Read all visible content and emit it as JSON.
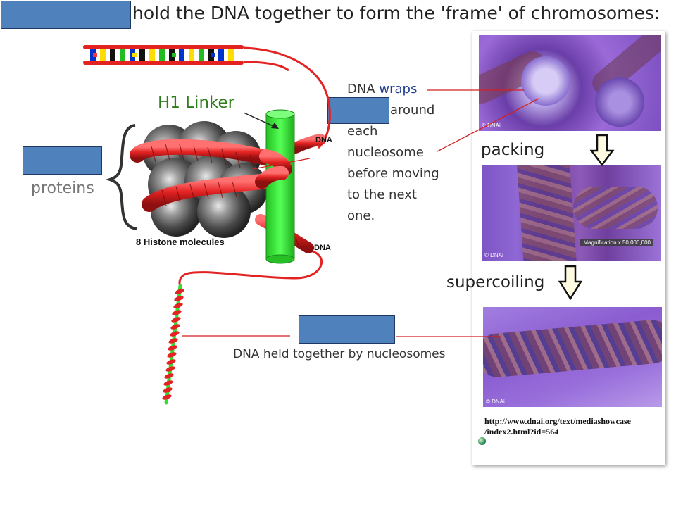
{
  "title": "hold the DNA together to form the 'frame' of chromosomes:",
  "labels": {
    "h1_linker": "H1 Linker",
    "proteins": "proteins",
    "dna_top": "DNA",
    "dna_bottom": "DNA",
    "histone_molecules": "8 Histone molecules",
    "packing": "packing",
    "supercoiling": "supercoiling",
    "nucleosomes_caption": "DNA held together by nucleosomes"
  },
  "wrap_description": {
    "line1_prefix": "DNA ",
    "line1_highlight": "wraps",
    "line2": "around",
    "line3": "each",
    "line4": "nucleosome",
    "line5": "before moving",
    "line6": "to the next",
    "line7": "one."
  },
  "panel": {
    "credit_1": "© DNAi",
    "credit_2": "© DNAi",
    "credit_3": "© DNAi",
    "magnification": "Magnification x 50,000,000",
    "url_line1": "http://www.dnai.org/text/mediashowcase",
    "url_line2": "/index2.html?id=564"
  },
  "colors": {
    "blank_box": "#4f81bd",
    "dna_red": "#e32222",
    "linker_green": "#33dd33",
    "leader_line": "#d42020"
  }
}
